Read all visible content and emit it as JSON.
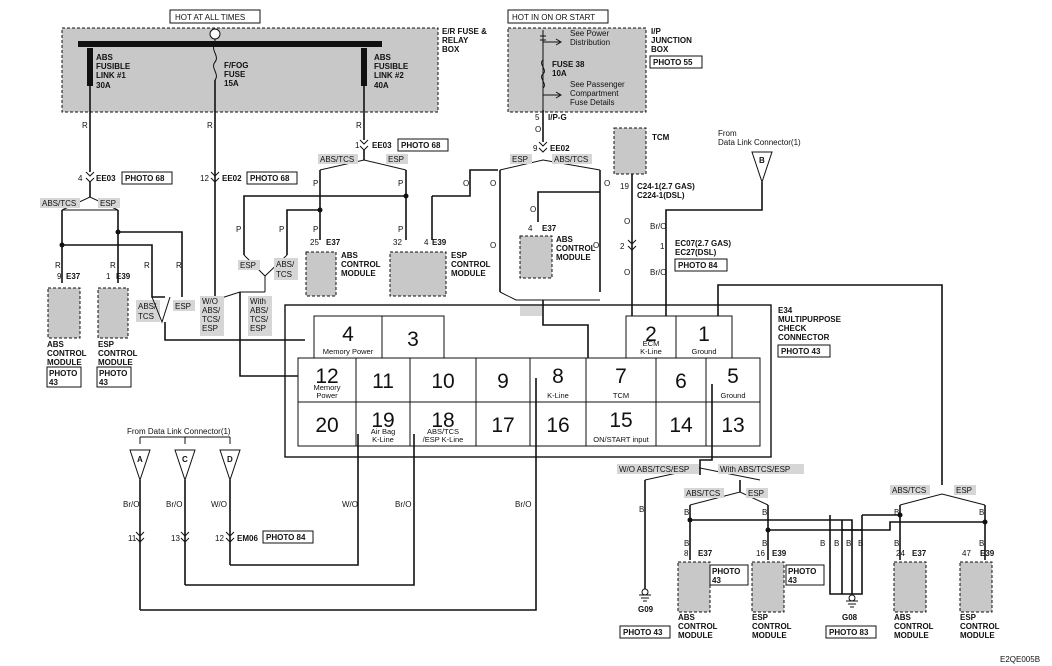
{
  "headers": {
    "hot_at_all_times": "HOT AT ALL TIMES",
    "hot_in_on_or_start": "HOT IN ON OR START"
  },
  "fuse_box_er": {
    "title_lines": [
      "E/R FUSE &",
      "RELAY",
      "BOX"
    ],
    "abs_link1": [
      "ABS",
      "FUSIBLE",
      "LINK #1",
      "30A"
    ],
    "ffog_fuse": [
      "F/FOG",
      "FUSE",
      "15A"
    ],
    "abs_link2": [
      "ABS",
      "FUSIBLE",
      "LINK #2",
      "40A"
    ]
  },
  "fuse_box_ip": {
    "title_lines": [
      "I/P",
      "JUNCTION",
      "BOX"
    ],
    "photo": "PHOTO 55",
    "power_dist": [
      "See Power",
      "Distribution"
    ],
    "fuse": [
      "FUSE 38",
      "10A"
    ],
    "passenger": [
      "See Passenger",
      "Compartment",
      "Fuse Details"
    ],
    "pin_label": "5",
    "conn": "I/P-G"
  },
  "connectors": {
    "ee03_left": {
      "pin": "4",
      "name": "EE03",
      "photo": "PHOTO 68"
    },
    "ee02_left": {
      "pin": "12",
      "name": "EE02",
      "photo": "PHOTO 68"
    },
    "ee03_right": {
      "pin": "1",
      "name": "EE03",
      "photo": "PHOTO 68"
    },
    "ee02_right": {
      "pin": "9",
      "name": "EE02"
    },
    "c24": {
      "pin": "19",
      "lines": [
        "C24-1(2.7 GAS)",
        "C224-1(DSL)"
      ]
    },
    "ec07": {
      "pin": "2",
      "pin2": "1",
      "lines": [
        "EC07(2.7 GAS)",
        "EC27(DSL)"
      ],
      "photo": "PHOTO 84"
    },
    "em06": {
      "pins": [
        "11",
        "13",
        "12"
      ],
      "name": "EM06",
      "photo": "PHOTO 84"
    }
  },
  "wire_colors": {
    "r": "R",
    "p": "P",
    "o": "O",
    "bro": "Br/O",
    "wo": "W/O",
    "b": "B"
  },
  "options": {
    "abs_tcs": "ABS/TCS",
    "esp": "ESP",
    "abs_tcs_slash": [
      "ABS/",
      "TCS"
    ],
    "wo_abs": [
      "W/O",
      "ABS/",
      "TCS/",
      "ESP"
    ],
    "with_abs": [
      "With",
      "ABS/",
      "TCS/",
      "ESP"
    ],
    "wo_abs_tcs_esp": "W/O ABS/TCS/ESP",
    "with_abs_tcs_esp": "With ABS/TCS/ESP"
  },
  "modules": {
    "abs_module": [
      "ABS",
      "CONTROL",
      "MODULE"
    ],
    "esp_module": [
      "ESP",
      "CONTROL",
      "MODULE"
    ],
    "e37": "E37",
    "e39": "E39",
    "tcm": "TCM",
    "photo43": "PHOTO 43",
    "photo_lines": [
      "PHOTO",
      "43"
    ]
  },
  "pins_module_left": {
    "e37": "9",
    "e39": "1"
  },
  "pins_module_mid": {
    "e37": "25",
    "e39": "32",
    "e39b": "4",
    "e37b": "4"
  },
  "pins_module_bottom": {
    "e37a": "8",
    "e39a": "16",
    "e37b": "24",
    "e39b": "47"
  },
  "dlc": {
    "title_lines": [
      "E34",
      "MULTIPURPOSE",
      "CHECK",
      "CONNECTOR"
    ],
    "photo": "PHOTO 43",
    "pins": [
      {
        "num": "4",
        "sub": "Memory Power"
      },
      {
        "num": "3",
        "sub": ""
      },
      {
        "num": "2",
        "sub": "ECM\nK-Line"
      },
      {
        "num": "1",
        "sub": "Ground"
      },
      {
        "num": "12",
        "sub": "Memory\nPower"
      },
      {
        "num": "11",
        "sub": ""
      },
      {
        "num": "10",
        "sub": ""
      },
      {
        "num": "9",
        "sub": ""
      },
      {
        "num": "8",
        "sub": "K-Line"
      },
      {
        "num": "7",
        "sub": "TCM"
      },
      {
        "num": "6",
        "sub": ""
      },
      {
        "num": "5",
        "sub": "Ground"
      },
      {
        "num": "20",
        "sub": ""
      },
      {
        "num": "19",
        "sub": "Air Bag\nK-Line"
      },
      {
        "num": "18",
        "sub": "ABS/TCS\n/ESP K-Line"
      },
      {
        "num": "17",
        "sub": ""
      },
      {
        "num": "16",
        "sub": ""
      },
      {
        "num": "15",
        "sub": "ON/START input"
      },
      {
        "num": "14",
        "sub": ""
      },
      {
        "num": "13",
        "sub": ""
      }
    ]
  },
  "from_dlc": {
    "top": [
      "From",
      "Data Link Connector(1)"
    ],
    "bottom": "From Data Link Connector(1)",
    "letters": [
      "A",
      "C",
      "D",
      "B"
    ]
  },
  "grounds": {
    "g09": "G09",
    "g08": "G08",
    "photo43": "PHOTO 43",
    "photo83": "PHOTO 83"
  },
  "figure_id": "E2QE005B"
}
